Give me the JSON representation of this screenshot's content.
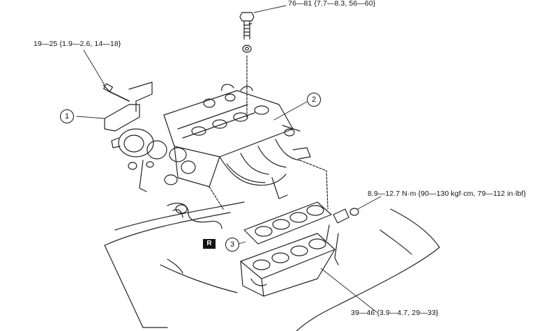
{
  "torque_labels": {
    "top": "76—81 {7.7—8.3, 56—60}",
    "upper_left": "19—25 {1.9—2.6, 14—18}",
    "right": "8.9—12.7 N·m {90—130 kgf·cm, 79—112 in·lbf}",
    "bottom": "39—46 {3.9—4.7, 29—33}"
  },
  "callouts": {
    "c1": "1",
    "c2": "2",
    "c3": "3"
  },
  "badge": {
    "r": "R"
  }
}
